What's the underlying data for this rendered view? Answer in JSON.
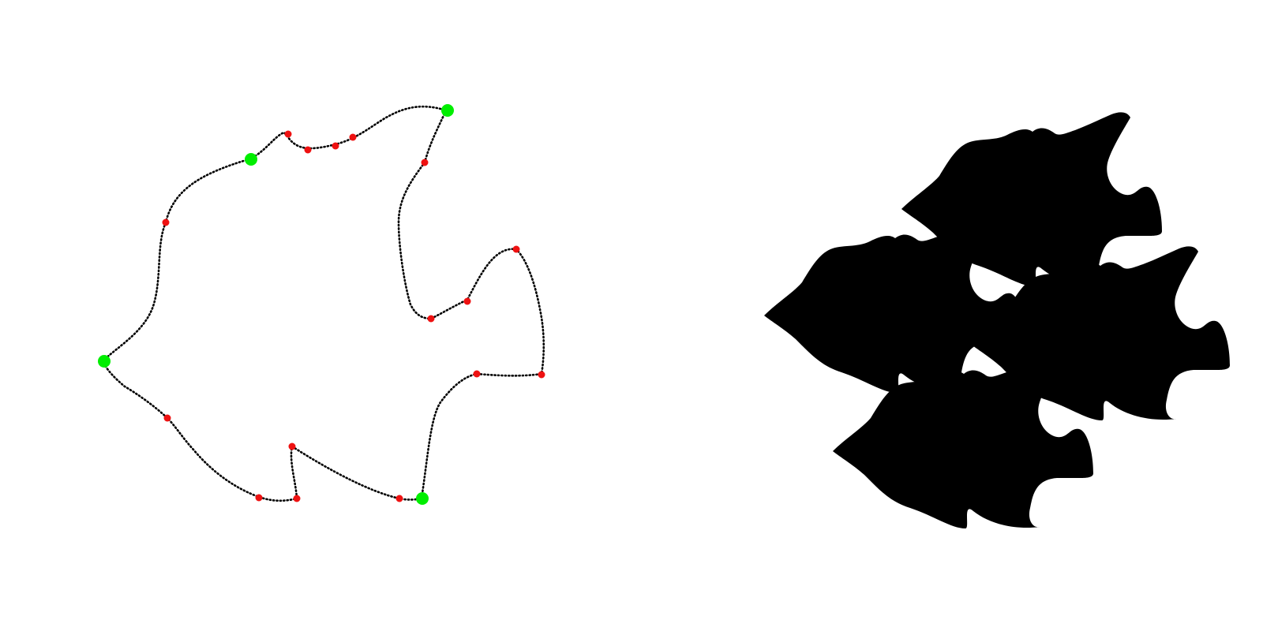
{
  "editor": {
    "curve_color": "#000000",
    "vertex_color": "#00ee00",
    "control_point_color": "#ee1111",
    "vertex_count": 4,
    "control_point_count": 16
  },
  "preview": {
    "tile_color": "#000000",
    "tile_count": 4,
    "background": "#ffffff"
  }
}
